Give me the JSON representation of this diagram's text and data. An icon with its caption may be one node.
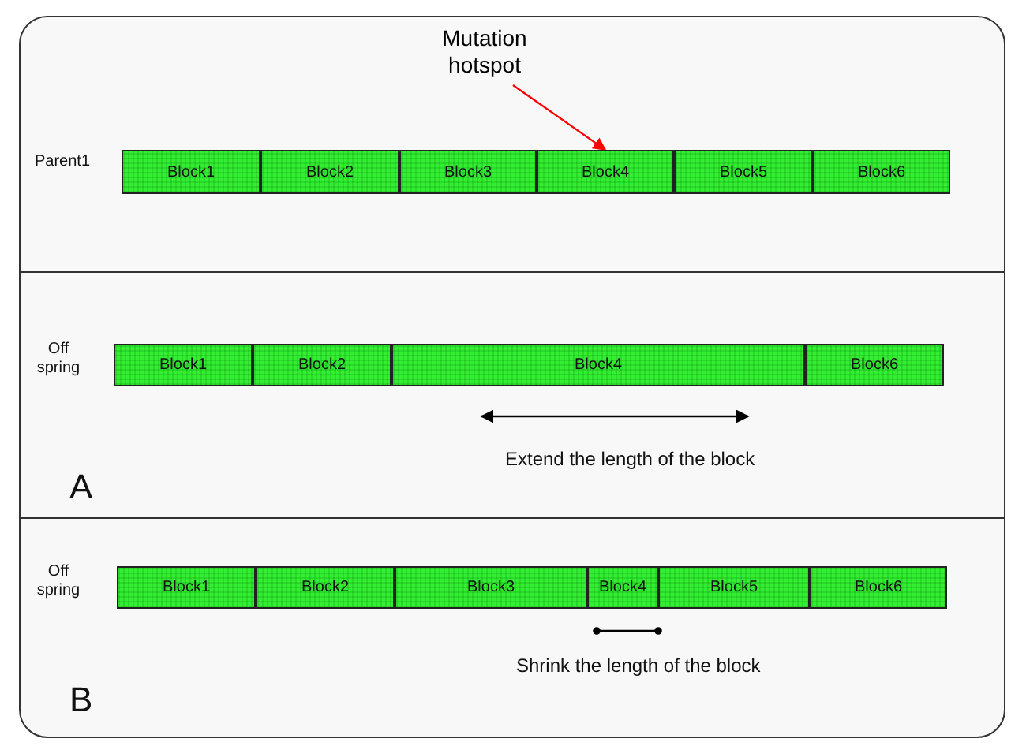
{
  "diagram": {
    "nodes": [
      {
        "text": [
          "Mutation hotspot"
        ]
      },
      {
        "text": [
          "Block1"
        ]
      },
      {
        "text": [
          "Block2"
        ]
      },
      {
        "text": [
          "Block3"
        ]
      },
      {
        "text": [
          "Block4"
        ]
      },
      {
        "text": [
          "Block5"
        ]
      },
      {
        "text": [
          "Block6"
        ]
      },
      {
        "text": [
          "Block1"
        ]
      },
      {
        "text": [
          "Block2"
        ]
      },
      {
        "text": [
          "Block4"
        ]
      },
      {
        "text": [
          "Block6"
        ]
      },
      {
        "text": [
          "Block1"
        ]
      },
      {
        "text": [
          "Block2"
        ]
      },
      {
        "text": [
          "Block3"
        ]
      },
      {
        "text": [
          "Block4"
        ]
      },
      {
        "text": [
          "Block5"
        ]
      },
      {
        "text": [
          "Block6"
        ]
      }
    ],
    "edges": [
      {
        "from": 0,
        "to": 4,
        "arrow": "to",
        "color": "#ff0000"
      }
    ],
    "labels": [
      "Parent1",
      "Off spring",
      "Extend the length of the block",
      "A",
      "Off spring",
      "Shrink the length of the block",
      "B"
    ]
  }
}
